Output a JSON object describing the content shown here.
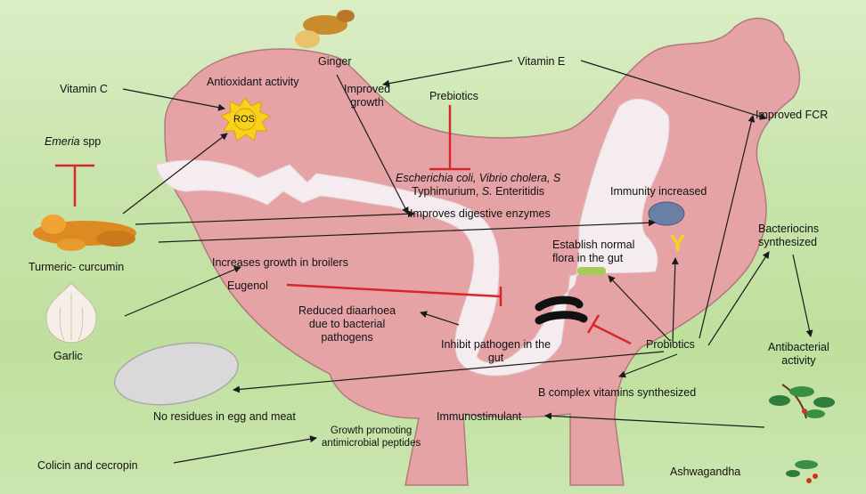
{
  "labels": {
    "ginger": "Ginger",
    "vitamin_e": "Vitamin E",
    "vitamin_c": "Vitamin C",
    "antioxidant": "Antioxidant activity",
    "improved_growth_l1": "Improved",
    "improved_growth_l2": "growth",
    "prebiotics": "Prebiotics",
    "improved_fcr": "Improved FCR",
    "ros": "ROS",
    "emeria": "Emeria",
    "emeria_spp": " spp",
    "pathogens_l1_italic": "Escherichia coli, Vibrio cholera, S",
    "pathogens_l2_a": "Typhimurium, ",
    "pathogens_l2_italic": "S.",
    "pathogens_l2_b": " Enteritidis",
    "immunity": "Immunity increased",
    "digestive": "Improves digestive enzymes",
    "turmeric": "Turmeric- curcumin",
    "growth_broilers": "Increases growth in broilers",
    "normal_flora_l1": "Establish normal",
    "normal_flora_l2": "flora in the gut",
    "bacteriocins_l1": "Bacteriocins",
    "bacteriocins_l2": "synthesized",
    "eugenol": "Eugenol",
    "diarrhoea_l1": "Reduced diaarhoea",
    "diarrhoea_l2": "due to bacterial",
    "diarrhoea_l3": "pathogens",
    "garlic": "Garlic",
    "inhibit_l1": "Inhibit pathogen in the",
    "inhibit_l2": "gut",
    "probiotics": "Probiotics",
    "antibacterial_l1": "Antibacterial",
    "antibacterial_l2": "activity",
    "b_complex": "B complex vitamins synthesized",
    "no_residues": "No residues in egg and meat",
    "immunostimulant": "Immunostimulant",
    "growth_peptides_l1": "Growth promoting",
    "growth_peptides_l2": "antimicrobial peptides",
    "colicin": "Colicin and cecropin",
    "ashwagandha": "Ashwagandha",
    "antibody_symbol": "Y"
  },
  "colors": {
    "hen": "#e6a3a6",
    "hen_edge": "#b07a7c",
    "gut": "#f4ecee",
    "inhibit": "#d7262c",
    "arrow": "#1a1a1a",
    "sun": "#f6d21a",
    "antibody": "#f3d41d",
    "immune_cell": "#6b7fa6"
  },
  "icons": [
    "ginger-icon",
    "turmeric-icon",
    "garlic-icon",
    "ashwagandha-icon",
    "egg-icon",
    "ros-sun-icon",
    "immune-cell-icon",
    "antibody-icon",
    "bacteria-icon",
    "flora-icon"
  ]
}
